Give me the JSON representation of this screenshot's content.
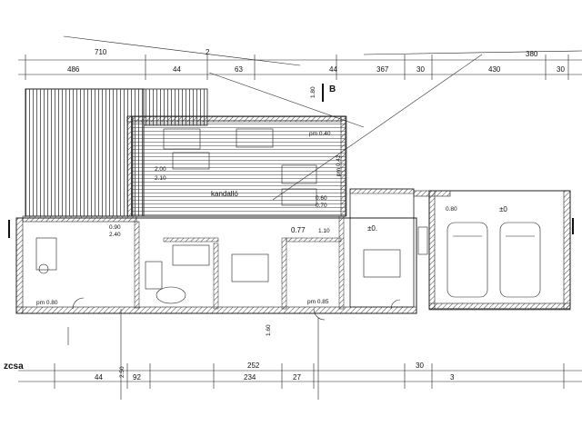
{
  "drawing": {
    "corner_label": "zcsa",
    "section_mark": "B",
    "top_dims_row1": [
      "710",
      "2",
      "380"
    ],
    "top_dims_row2": [
      "486",
      "44",
      "63",
      "44",
      "367",
      "30",
      "430",
      "30"
    ],
    "bottom_dims_row1": [
      "252",
      "30"
    ],
    "bottom_dims_row2": [
      "234",
      "27",
      "3"
    ],
    "bottom_dims_small": [
      "44",
      "92",
      "2.50"
    ],
    "room_labels": {
      "kandallo": "kandalló",
      "pm_040": "pm 0.40",
      "pm_042": "pm 0.42",
      "level_077": "0.77",
      "level_000_a": "±0.",
      "level_000_b": "±0",
      "level_080": "0.80",
      "pm_080": "pm 0.80",
      "pm_085": "pm 0.85",
      "val_200": "2.00",
      "val_210": "2.10",
      "val_240": "2.40",
      "val_090": "0.90",
      "val_070": "0.70",
      "val_060": "0.60",
      "val_110": "1.10",
      "val_160": "1.60",
      "val_180": "1.80"
    }
  }
}
